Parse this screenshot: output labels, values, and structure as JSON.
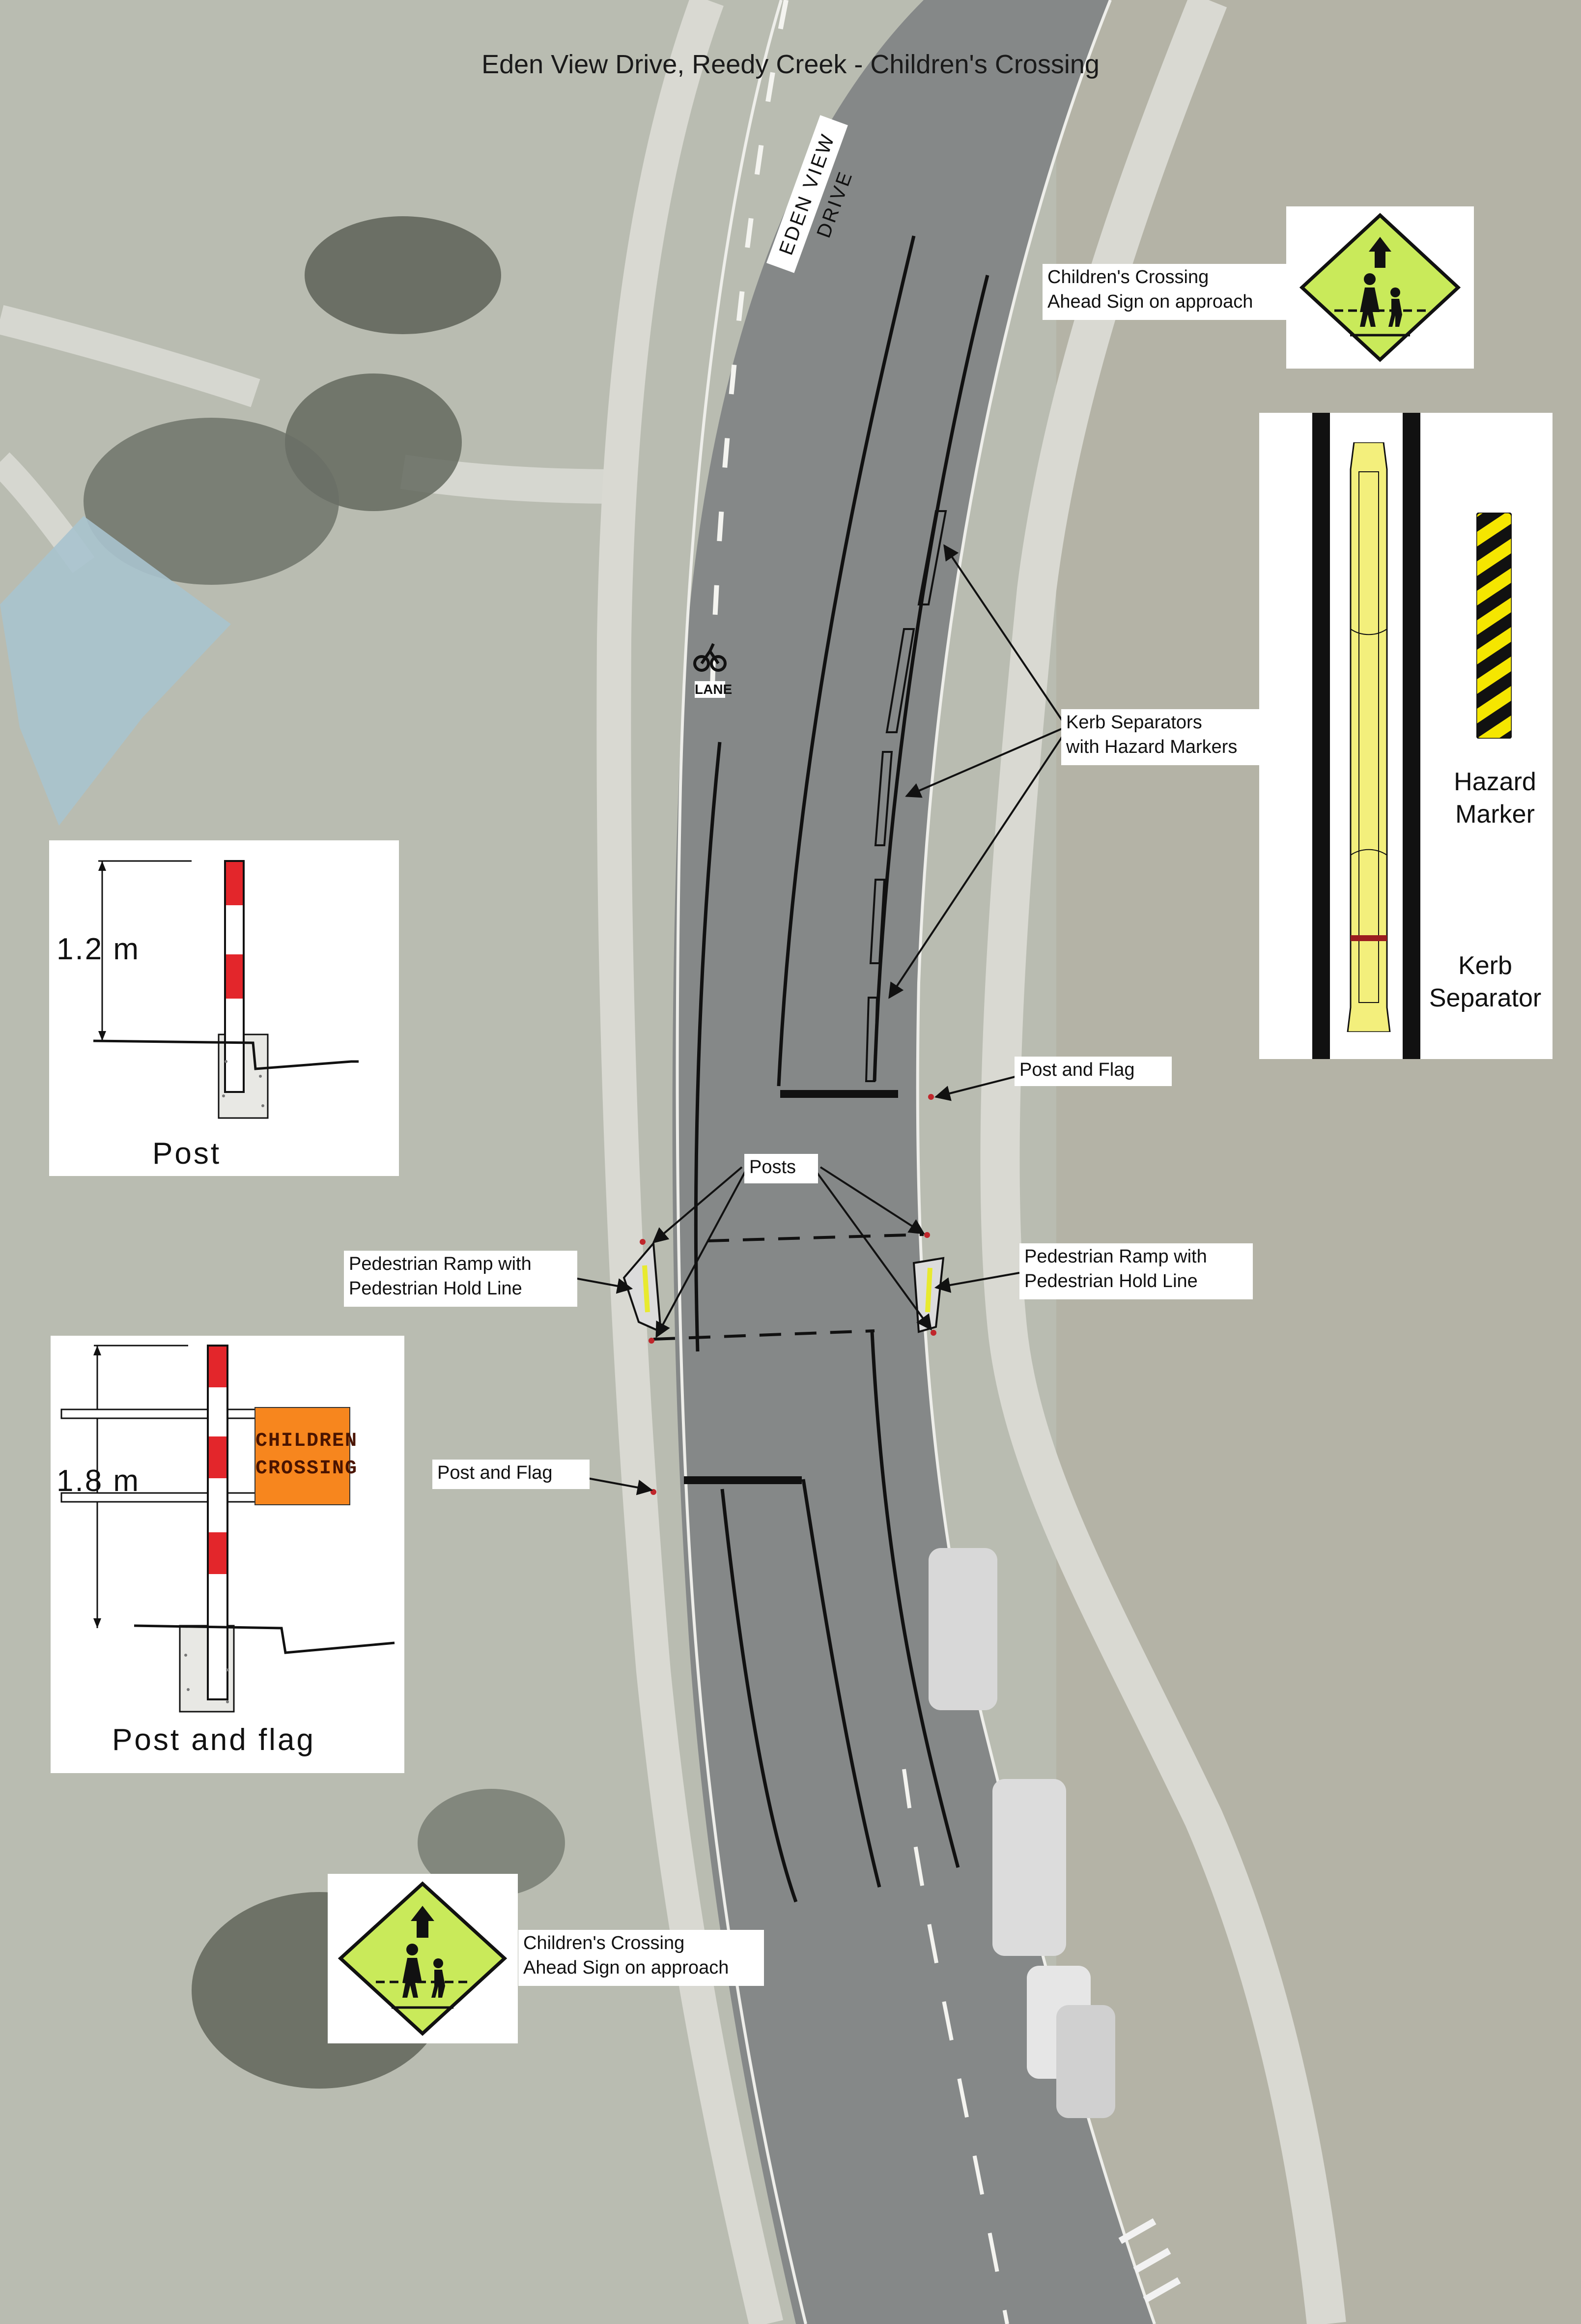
{
  "title": "Eden View Drive, Reedy Creek - Children's Crossing",
  "map": {
    "road_name_label": "EDEN VIEW DRIVE",
    "bike_lane_word": "LANE",
    "colors": {
      "grass": "#b7bcae",
      "road": "#7f8384",
      "path": "#d9d9d3",
      "tree": "#60655b",
      "shade_sail": "#8fb2c2",
      "sign_yellow": "#c9ea5a",
      "marking": "#111111"
    }
  },
  "callouts": {
    "sign_top": "Children's Crossing\nAhead Sign on approach",
    "sign_bottom": "Children's Crossing\nAhead Sign on approach",
    "kerb_separators": "Kerb Separators\nwith Hazard Markers",
    "post_flag_right": "Post and Flag",
    "post_flag_left": "Post and Flag",
    "posts": "Posts",
    "ramp_left": "Pedestrian Ramp with\nPedestrian Hold Line",
    "ramp_right": "Pedestrian Ramp with\nPedestrian Hold Line"
  },
  "post_detail": {
    "height_label": "1.2 m",
    "caption": "Post"
  },
  "post_flag_detail": {
    "height_label": "1.8 m",
    "flag_text": "CHILDREN\nCROSSING",
    "caption": "Post and flag"
  },
  "legend": {
    "hazard_marker": "Hazard\nMarker",
    "kerb_separator": "Kerb\nSeparator"
  }
}
